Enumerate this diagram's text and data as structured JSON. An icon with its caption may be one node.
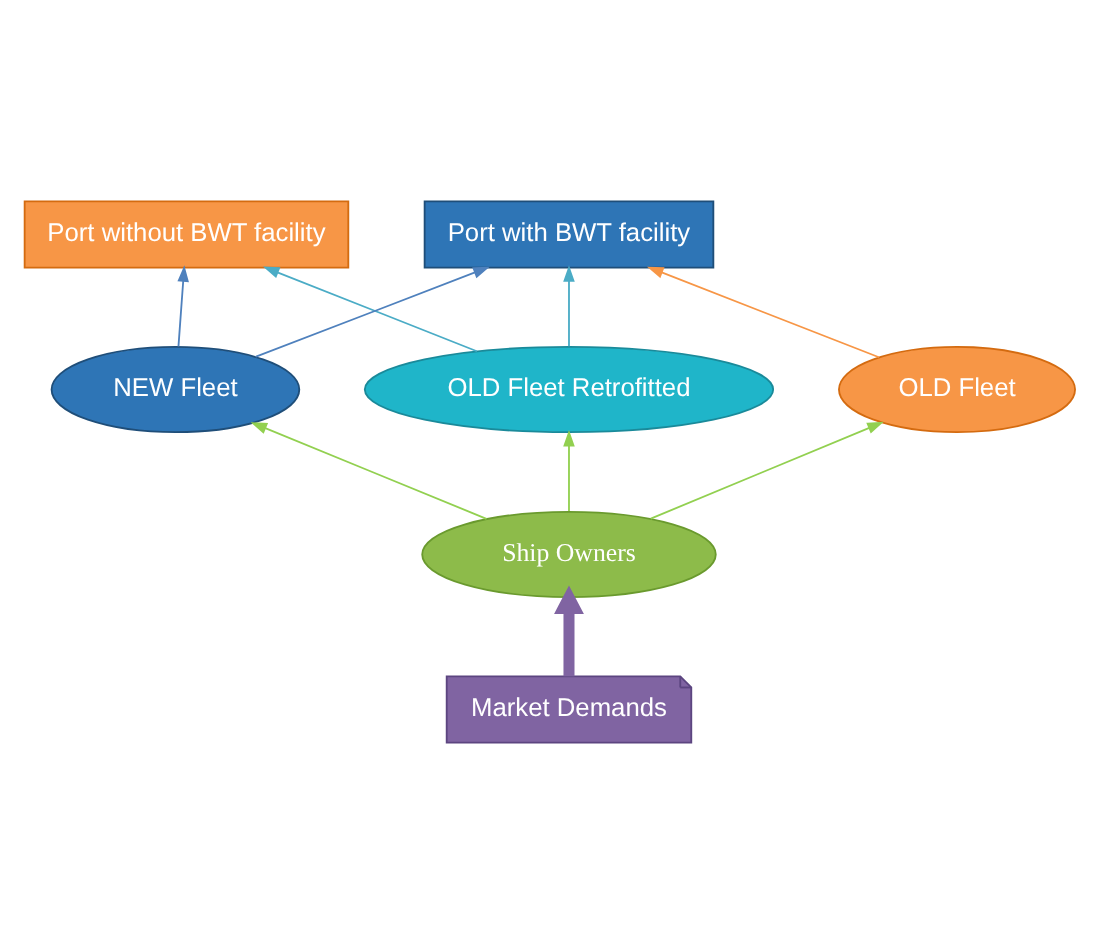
{
  "diagram": {
    "nodes": [
      {
        "text": [
          "Port without BWT facility"
        ]
      },
      {
        "text": [
          "Port with BWT facility"
        ]
      },
      {
        "text": [
          "OLD Fleet Retrofitted"
        ]
      },
      {
        "text": [
          "NEW Fleet"
        ]
      },
      {
        "text": [
          "OLD Fleet"
        ]
      },
      {
        "text": [
          "Ship Owners"
        ]
      },
      {
        "text": [
          "Market Demands"
        ]
      }
    ],
    "edges": [
      {
        "from": 2,
        "to": 0,
        "arrow": "to",
        "color": "#4bacc6"
      },
      {
        "from": 2,
        "to": 1,
        "arrow": "to",
        "color": "#4bacc6"
      },
      {
        "from": 3,
        "to": 0,
        "arrow": "to",
        "color": "#4f81bd"
      },
      {
        "from": 3,
        "to": 1,
        "arrow": "to",
        "color": "#4f81bd"
      },
      {
        "from": 4,
        "to": 1,
        "arrow": "to",
        "color": "#f79646"
      },
      {
        "from": 5,
        "to": 2,
        "arrow": "to"
      },
      {
        "from": 5,
        "to": 3,
        "arrow": "to"
      },
      {
        "from": 5,
        "to": 4,
        "arrow": "to"
      },
      {
        "from": 6,
        "to": 5,
        "arrow": "to",
        "style": "thick",
        "color": "#8064a2"
      }
    ]
  }
}
